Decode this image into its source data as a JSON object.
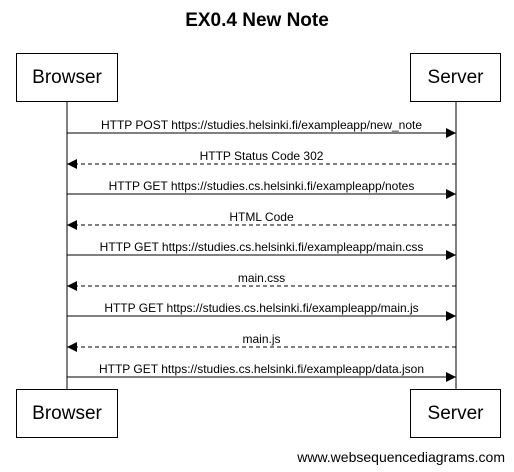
{
  "title": "EX0.4 New Note",
  "participants": {
    "left": "Browser",
    "right": "Server"
  },
  "messages": [
    {
      "text": "HTTP POST https://studies.helsinki.fi/exampleapp/new_note",
      "direction": "right",
      "style": "solid"
    },
    {
      "text": "HTTP Status Code 302",
      "direction": "left",
      "style": "dashed"
    },
    {
      "text": "HTTP GET https://studies.cs.helsinki.fi/exampleapp/notes",
      "direction": "right",
      "style": "solid"
    },
    {
      "text": "HTML Code",
      "direction": "left",
      "style": "dashed"
    },
    {
      "text": "HTTP GET https://studies.cs.helsinki.fi/exampleapp/main.css",
      "direction": "right",
      "style": "solid"
    },
    {
      "text": "main.css",
      "direction": "left",
      "style": "dashed"
    },
    {
      "text": "HTTP GET https://studies.cs.helsinki.fi/exampleapp/main.js",
      "direction": "right",
      "style": "solid"
    },
    {
      "text": "main.js",
      "direction": "left",
      "style": "dashed"
    },
    {
      "text": "HTTP GET https://studies.cs.helsinki.fi/exampleapp/data.json",
      "direction": "right",
      "style": "solid"
    }
  ],
  "footer": "www.websequencediagrams.com"
}
